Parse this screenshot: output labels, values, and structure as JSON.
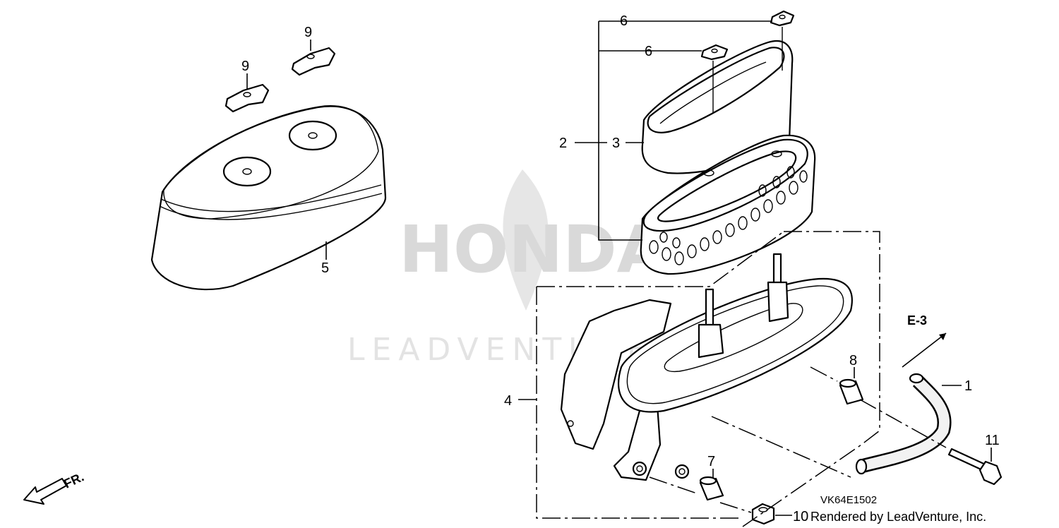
{
  "watermark": {
    "brand": "HONDA",
    "company": "LEADVENTURE"
  },
  "callouts": {
    "p1": "1",
    "p2": "2",
    "p3": "3",
    "p4": "4",
    "p5": "5",
    "p6a": "6",
    "p6b": "6",
    "p7": "7",
    "p8": "8",
    "p9a": "9",
    "p9b": "9",
    "p10": "10",
    "p11": "11"
  },
  "ref_label": "E-3",
  "direction_label": "FR.",
  "diagram_code": "VK64E1502",
  "credit": "Rendered by LeadVenture, Inc."
}
